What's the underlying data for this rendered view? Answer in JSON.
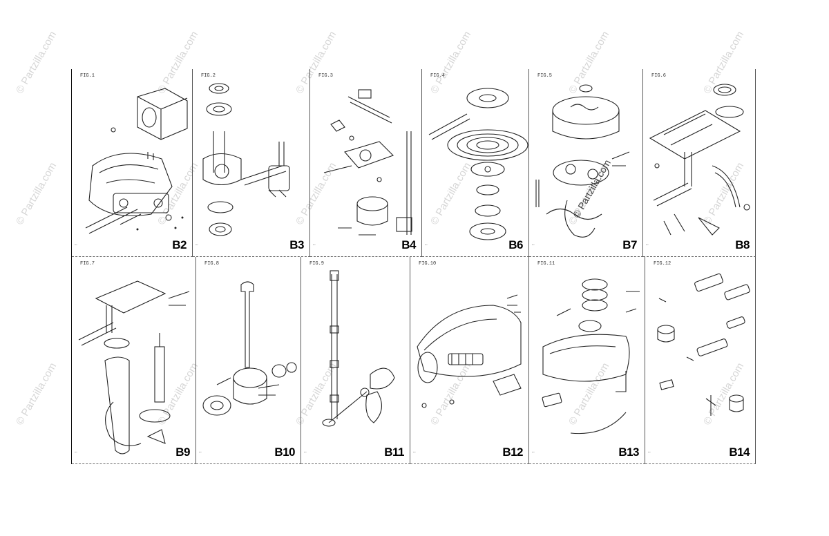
{
  "watermark": "© Partzilla.com",
  "stamp": "© Partzilla.com",
  "panels_top": [
    {
      "id": "b2",
      "fig": "FIG.1",
      "code": "…",
      "label": "B2"
    },
    {
      "id": "b3",
      "fig": "FIG.2",
      "code": "…",
      "label": "B3"
    },
    {
      "id": "b4",
      "fig": "FIG.3",
      "code": "…",
      "label": "B4"
    },
    {
      "id": "b6",
      "fig": "FIG.4",
      "code": "…",
      "label": "B6"
    },
    {
      "id": "b7",
      "fig": "FIG.5",
      "code": "…",
      "label": "B7"
    },
    {
      "id": "b8",
      "fig": "FIG.6",
      "code": "…",
      "label": "B8"
    }
  ],
  "panels_bottom": [
    {
      "id": "b9",
      "fig": "FIG.7",
      "code": "…",
      "label": "B9"
    },
    {
      "id": "b10",
      "fig": "FIG.8",
      "code": "…",
      "label": "B10"
    },
    {
      "id": "b11",
      "fig": "FIG.9",
      "code": "…",
      "label": "B11"
    },
    {
      "id": "b12",
      "fig": "FIG.10",
      "code": "…",
      "label": "B12"
    },
    {
      "id": "b13",
      "fig": "FIG.11",
      "code": "…",
      "label": "B13"
    },
    {
      "id": "b14",
      "fig": "FIG.12",
      "code": "…",
      "label": "B14"
    }
  ]
}
